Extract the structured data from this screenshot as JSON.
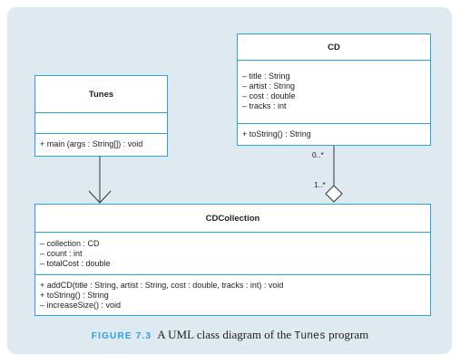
{
  "diagram": {
    "classes": {
      "tunes": {
        "name": "Tunes",
        "attributes": [],
        "operations": [
          "+ main (args : String[]) : void"
        ]
      },
      "cd": {
        "name": "CD",
        "attributes": [
          "– title : String",
          "– artist : String",
          "– cost : double",
          "– tracks : int"
        ],
        "operations": [
          "+ toString() : String"
        ]
      },
      "cdcollection": {
        "name": "CDCollection",
        "attributes": [
          "– collection : CD",
          "– count : int",
          "– totalCost : double"
        ],
        "operations": [
          "+ addCD(title : String, artist : String, cost : double, tracks : int) : void",
          "+ toString() : String",
          "– increaseSize() : void"
        ]
      }
    },
    "relationships": [
      {
        "type": "dependency",
        "from": "Tunes",
        "to": "CDCollection"
      },
      {
        "type": "aggregation",
        "whole": "CDCollection",
        "part": "CD",
        "part_multiplicity": "0..*",
        "whole_multiplicity": "1..*"
      }
    ],
    "multiplicity_cd": "0..*",
    "multiplicity_collection": "1..*"
  },
  "caption": {
    "label": "FIGURE 7.3",
    "text_before": "A UML class diagram of the ",
    "code": "Tunes",
    "text_after": " program"
  },
  "colors": {
    "panel_bg": "#dee9f0",
    "class_border": "#2aa2dc",
    "caption_label": "#2aa2dc"
  }
}
